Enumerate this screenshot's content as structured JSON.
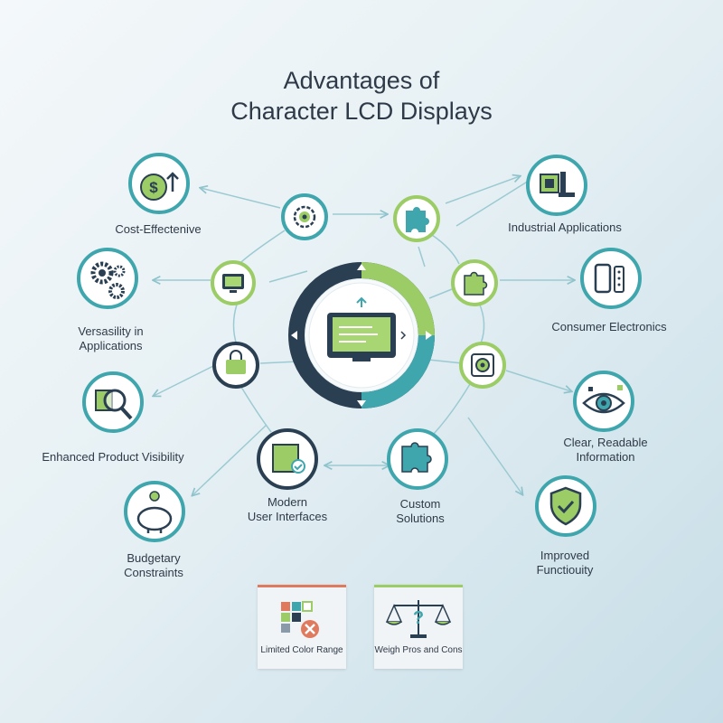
{
  "title_line1": "Advantages of",
  "title_line2": "Character LCD Displays",
  "labels": {
    "cost": "Cost-Effectenive",
    "industrial": "Industrial Applications",
    "versatility_1": "Versasility in",
    "versatility_2": "Applications",
    "consumer": "Consumer Electronics",
    "visibility": "Enhanced Product Visibility",
    "clear_1": "Clear, Readable",
    "clear_2": "Information",
    "modern_1": "Modern",
    "modern_2": "User Interfaces",
    "custom_1": "Custom",
    "custom_2": "Solutions",
    "budget_1": "Budgetary",
    "budget_2": "Constraints",
    "improved_1": "Improved",
    "improved_2": "Functiouity"
  },
  "cards": {
    "limited": "Limited Color Range",
    "weigh": "Weigh Pros and Cons"
  },
  "colors": {
    "navy": "#2b3f52",
    "green": "#9ccc65",
    "teal": "#3fa6ad",
    "line": "#8fc3cc",
    "red_accent": "#e07a5f"
  }
}
